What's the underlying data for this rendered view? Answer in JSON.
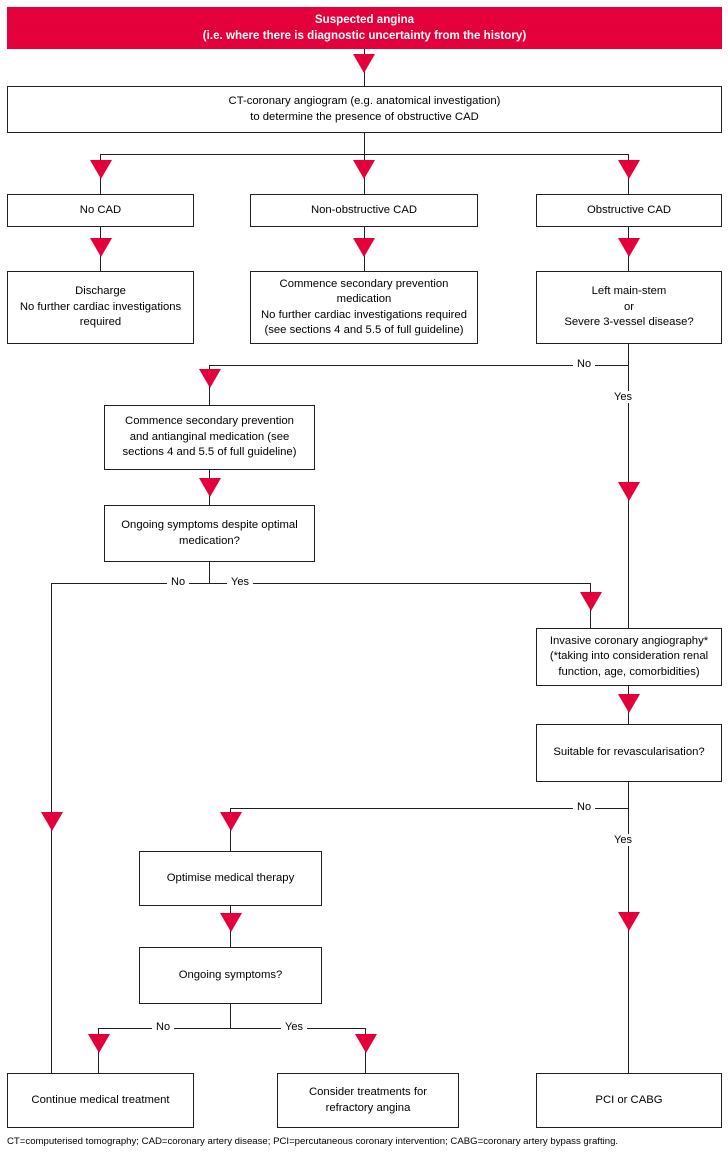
{
  "diagram": {
    "title": "Suspected angina",
    "header": {
      "line1": "Suspected angina",
      "line2": "(i.e. where there is diagnostic uncertainty from the history)",
      "color": "#e4003a"
    },
    "nodes": {
      "ct_angiogram": "CT-coronary angiogram (e.g. anatomical investigation)\nto determine the presence of obstructive CAD",
      "no_cad": "No CAD",
      "non_obstructive_cad": "Non-obstructive CAD",
      "obstructive_cad": "Obstructive CAD",
      "discharge": "Discharge\nNo further cardiac investigations\nrequired",
      "commence_secondary": "Commence secondary prevention\nmedication\nNo further cardiac investigations required\n(see sections 4 and 5.5 of full guideline)",
      "left_main_stem": "Left main-stem\nor\nSevere 3-vessel disease?",
      "commence_antianginal": "Commence secondary prevention\nand antianginal medication (see\nsections 4 and 5.5 of full guideline)",
      "ongoing_symptoms_optimal": "Ongoing symptoms despite optimal\nmedication?",
      "invasive_angiography": "Invasive coronary angiography*\n(*taking into consideration renal\nfunction, age, comorbidities)",
      "suitable_revasc": "Suitable for revascularisation?",
      "optimise_therapy": "Optimise medical therapy",
      "ongoing_symptoms": "Ongoing symptoms?",
      "continue_treatment": "Continue medical treatment",
      "consider_refractory": "Consider treatments for\nrefractory angina",
      "pci_cabg": "PCI or CABG"
    },
    "edge_labels": {
      "lms_no": "No",
      "lms_yes": "Yes",
      "symptoms_no": "No",
      "symptoms_yes": "Yes",
      "revasc_no": "No",
      "revasc_yes": "Yes",
      "ongoing_no": "No",
      "ongoing_yes": "Yes"
    },
    "footnote": "CT=computerised tomography; CAD=coronary artery disease; PCI=percutaneous coronary intervention; CABG=coronary artery bypass grafting."
  }
}
